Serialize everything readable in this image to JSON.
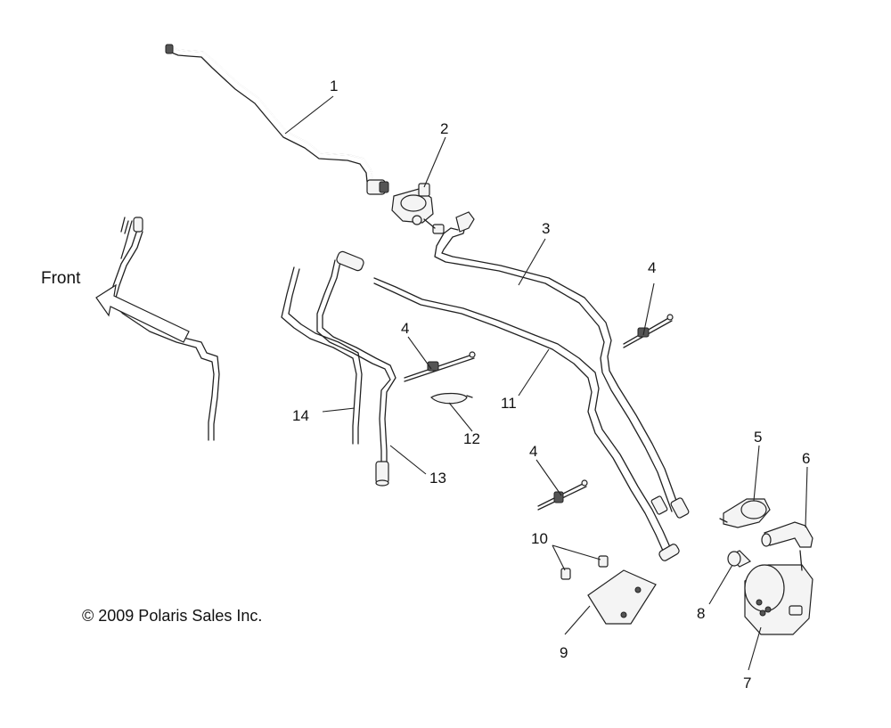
{
  "front_label": "Front",
  "copyright": "© 2009 Polaris Sales Inc.",
  "callouts": {
    "c1": "1",
    "c2": "2",
    "c3": "3",
    "c4a": "4",
    "c4b": "4",
    "c4c": "4",
    "c5": "5",
    "c6": "6",
    "c7": "7",
    "c8": "8",
    "c9": "9",
    "c10": "10",
    "c11": "11",
    "c12": "12",
    "c13": "13",
    "c14": "14"
  },
  "colors": {
    "line": "#222222",
    "background": "#ffffff"
  }
}
